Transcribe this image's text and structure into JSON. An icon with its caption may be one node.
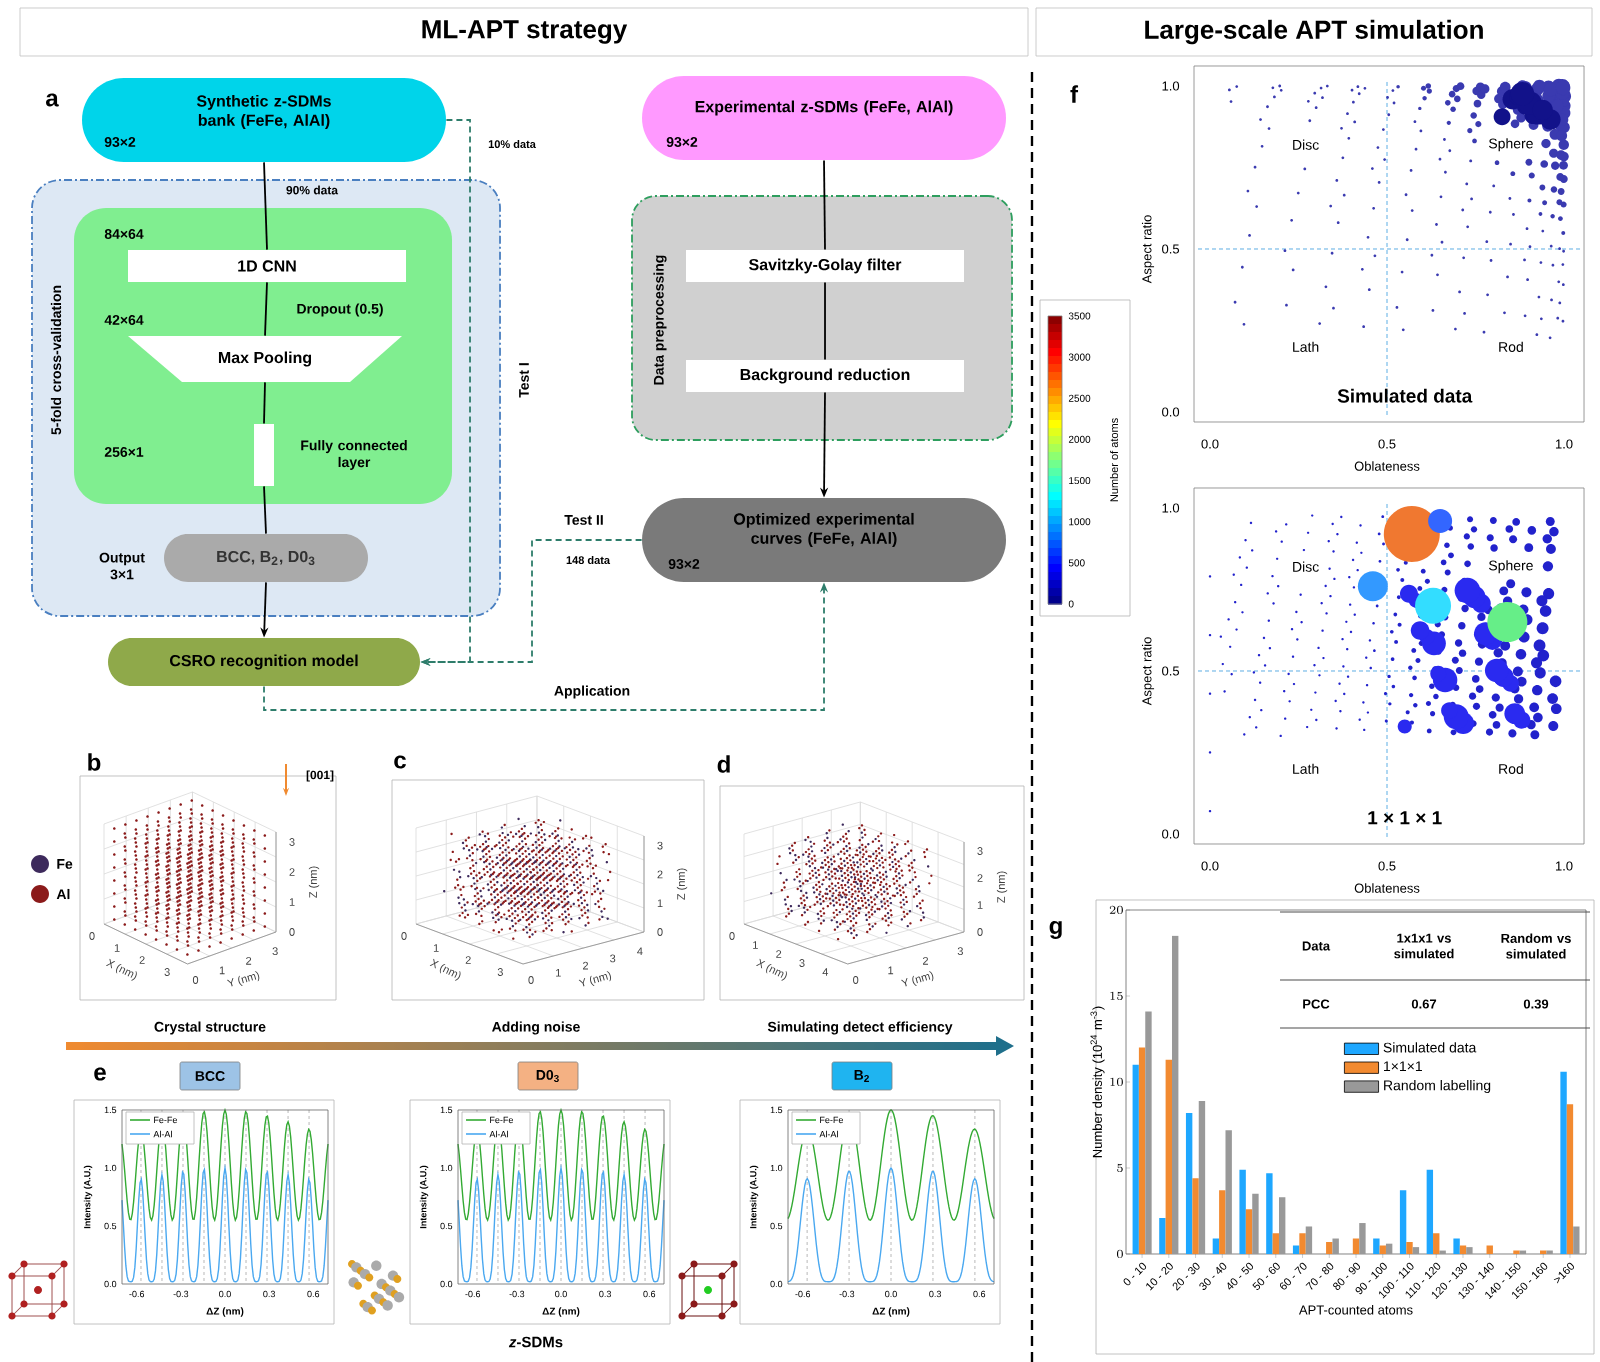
{
  "diagram": {
    "nodes": [
      {
        "text": [
          "Synthetic z-SDMs bank (FeFe, AlAl)",
          "93×2"
        ]
      },
      {
        "text": [
          "5-fold cross-validation"
        ]
      },
      {
        "text": [
          "84×64",
          "Dropout (0.5)",
          "42×64",
          "256×1"
        ],
        "in": 1
      },
      {
        "text": [
          "1D CNN"
        ],
        "in": 2
      },
      {
        "text": [
          "Max Pooling"
        ],
        "in": 2
      },
      {
        "text": [],
        "shape": "bar",
        "in": 2,
        "beside": [
          "Fully connected layer"
        ]
      },
      {
        "text": [
          "BCC, B$_{2}$, D0$_{3}$"
        ],
        "in": 1,
        "beside": [
          "Output 3×1"
        ]
      },
      {
        "text": [
          "CSRO recognition model"
        ]
      },
      {
        "text": [
          "Experimental z-SDMs (FeFe, AlAl)",
          "93×2"
        ]
      },
      {
        "text": [
          "Data preprocessing"
        ]
      },
      {
        "text": [
          "Savitzky-Golay filter"
        ],
        "in": 9
      },
      {
        "text": [
          "Background reduction"
        ],
        "in": 9
      },
      {
        "text": [
          "Optimized experimental curves (FeFe, AlAl)",
          "93×2"
        ]
      },
      {
        "text": [
          "BCC"
        ]
      },
      {
        "text": [
          "D0$_{3}$"
        ]
      },
      {
        "text": [
          "B$_{2}$"
        ]
      }
    ],
    "edges": [
      {
        "from": 0,
        "to": 3,
        "arrow": "none",
        "label": "90% data"
      },
      {
        "from": 3,
        "to": 4,
        "arrow": "none"
      },
      {
        "from": 4,
        "to": 5,
        "arrow": "none"
      },
      {
        "from": 5,
        "to": 6,
        "arrow": "none"
      },
      {
        "from": 6,
        "to": 7,
        "arrow": "to"
      },
      {
        "from": 0,
        "to": 7,
        "arrow": "to",
        "label": "Test I",
        "style": "dashed",
        "color": "#2e7d6b"
      },
      {
        "from": 12,
        "to": 7,
        "arrow": "to",
        "label": "Test II",
        "style": "dashed",
        "color": "#2e7d6b"
      },
      {
        "from": 7,
        "to": 12,
        "arrow": "to",
        "label": "Application",
        "style": "dashed",
        "color": "#2e7d6b"
      },
      {
        "from": 8,
        "to": 10,
        "arrow": "none"
      },
      {
        "from": 10,
        "to": 11,
        "arrow": "none"
      },
      {
        "from": 11,
        "to": 12,
        "arrow": "to"
      }
    ],
    "labels": [
      "ML-APT strategy",
      "Large-scale APT simulation",
      "a",
      "10% data",
      "148 data",
      "b",
      "c",
      "d",
      "[001]",
      "0",
      "1",
      "2",
      "3",
      "X (nm)",
      "0",
      "1",
      "2",
      "3",
      "Y (nm)",
      "0",
      "1",
      "2",
      "3",
      "Z (nm)",
      "0",
      "1",
      "2",
      "3",
      "X (nm)",
      "0",
      "1",
      "2",
      "3",
      "4",
      "Y (nm)",
      "0",
      "1",
      "2",
      "3",
      "Z (nm)",
      "0",
      "1",
      "2",
      "3",
      "4",
      "X (nm)",
      "0",
      "1",
      "2",
      "3",
      "Y (nm)",
      "0",
      "1",
      "2",
      "3",
      "Z (nm)",
      "Crystal structure",
      "Adding noise",
      "Simulating detect efficiency",
      "e",
      "1.5",
      "1.0",
      "0.5",
      "0.0",
      "Intensity (A.U.)",
      "-0.6",
      "-0.3",
      "0.0",
      "0.3",
      "0.6",
      "ΔZ (nm)",
      "1.5",
      "1.0",
      "0.5",
      "0.0",
      "Intensity (A.U.)",
      "-0.6",
      "-0.3",
      "0.0",
      "0.3",
      "0.6",
      "ΔZ (nm)",
      "1.5",
      "1.0",
      "0.5",
      "0.0",
      "Intensity (A.U.)",
      "-0.6",
      "-0.3",
      "0.0",
      "0.3",
      "0.6",
      "ΔZ (nm)",
      "*z*-SDMs",
      "f",
      "1.0",
      "0.5",
      "0.0",
      "Aspect ratio",
      "0.0",
      "0.5",
      "1.0",
      "Oblateness",
      "Disc",
      "Sphere",
      "Lath",
      "Rod",
      "Simulated data",
      "3500",
      "3000",
      "2500",
      "2000",
      "1500",
      "1000",
      "500",
      "0",
      "Number of atoms",
      "1.0",
      "0.5",
      "0.0",
      "Aspect ratio",
      "0.0",
      "0.5",
      "1.0",
      "Oblateness",
      "Disc",
      "Sphere",
      "Lath",
      "Rod",
      "1 × 1 × 1",
      "g",
      "Data",
      "1x1x1 vs simulated",
      "Random vs simulated",
      "PCC",
      "0.67",
      "0.39"
    ],
    "legend": [
      {
        "text": "Fe",
        "color": "#3d2a5c"
      },
      {
        "text": "Al",
        "color": "#8b1a1a"
      },
      {
        "text": "Fe-Fe"
      },
      {
        "text": "Al-Al"
      },
      {
        "text": "Fe-Fe"
      },
      {
        "text": "Al-Al"
      },
      {
        "text": "Fe-Fe"
      },
      {
        "text": "Al-Al"
      }
    ],
    "chart_data": {
      "type": "bar",
      "xlabel": "APT-counted atoms",
      "ylabel": "Number density (10$^{24}$ m$^{-3}$)",
      "categories": [
        "0 - 10",
        "10 - 20",
        "20 - 30",
        "30 - 40",
        "40 - 50",
        "50 - 60",
        "60 - 70",
        "70 - 80",
        "80 - 90",
        "90 - 100",
        "100 - 110",
        "110 - 120",
        "120 - 130",
        "130 - 140",
        "140 - 150",
        "150 - 160",
        ">160"
      ],
      "ylim": [
        0,
        20
      ],
      "yticks": [
        0,
        5,
        10,
        15,
        20
      ],
      "legend": "right",
      "series": [
        {
          "name": "Simulated data",
          "color": "#1ea7ff",
          "values": [
            11.0,
            2.1,
            8.2,
            0.9,
            4.9,
            4.7,
            0.5,
            0,
            0,
            0.9,
            3.7,
            4.9,
            0.9,
            0,
            0,
            0,
            10.6
          ]
        },
        {
          "name": "1×1×1",
          "color": "#f28a30",
          "values": [
            12.0,
            11.3,
            4.4,
            3.7,
            2.6,
            1.2,
            1.2,
            0.7,
            0.9,
            0.5,
            0.7,
            1.2,
            0.5,
            0.5,
            0.2,
            0.2,
            8.7
          ]
        },
        {
          "name": "Random labelling",
          "color": "#999999",
          "values": [
            14.1,
            18.5,
            8.9,
            7.2,
            3.5,
            3.3,
            1.6,
            0.9,
            1.8,
            0.6,
            0.4,
            0.2,
            0.4,
            0,
            0.2,
            0.2,
            1.6
          ]
        }
      ]
    }
  }
}
